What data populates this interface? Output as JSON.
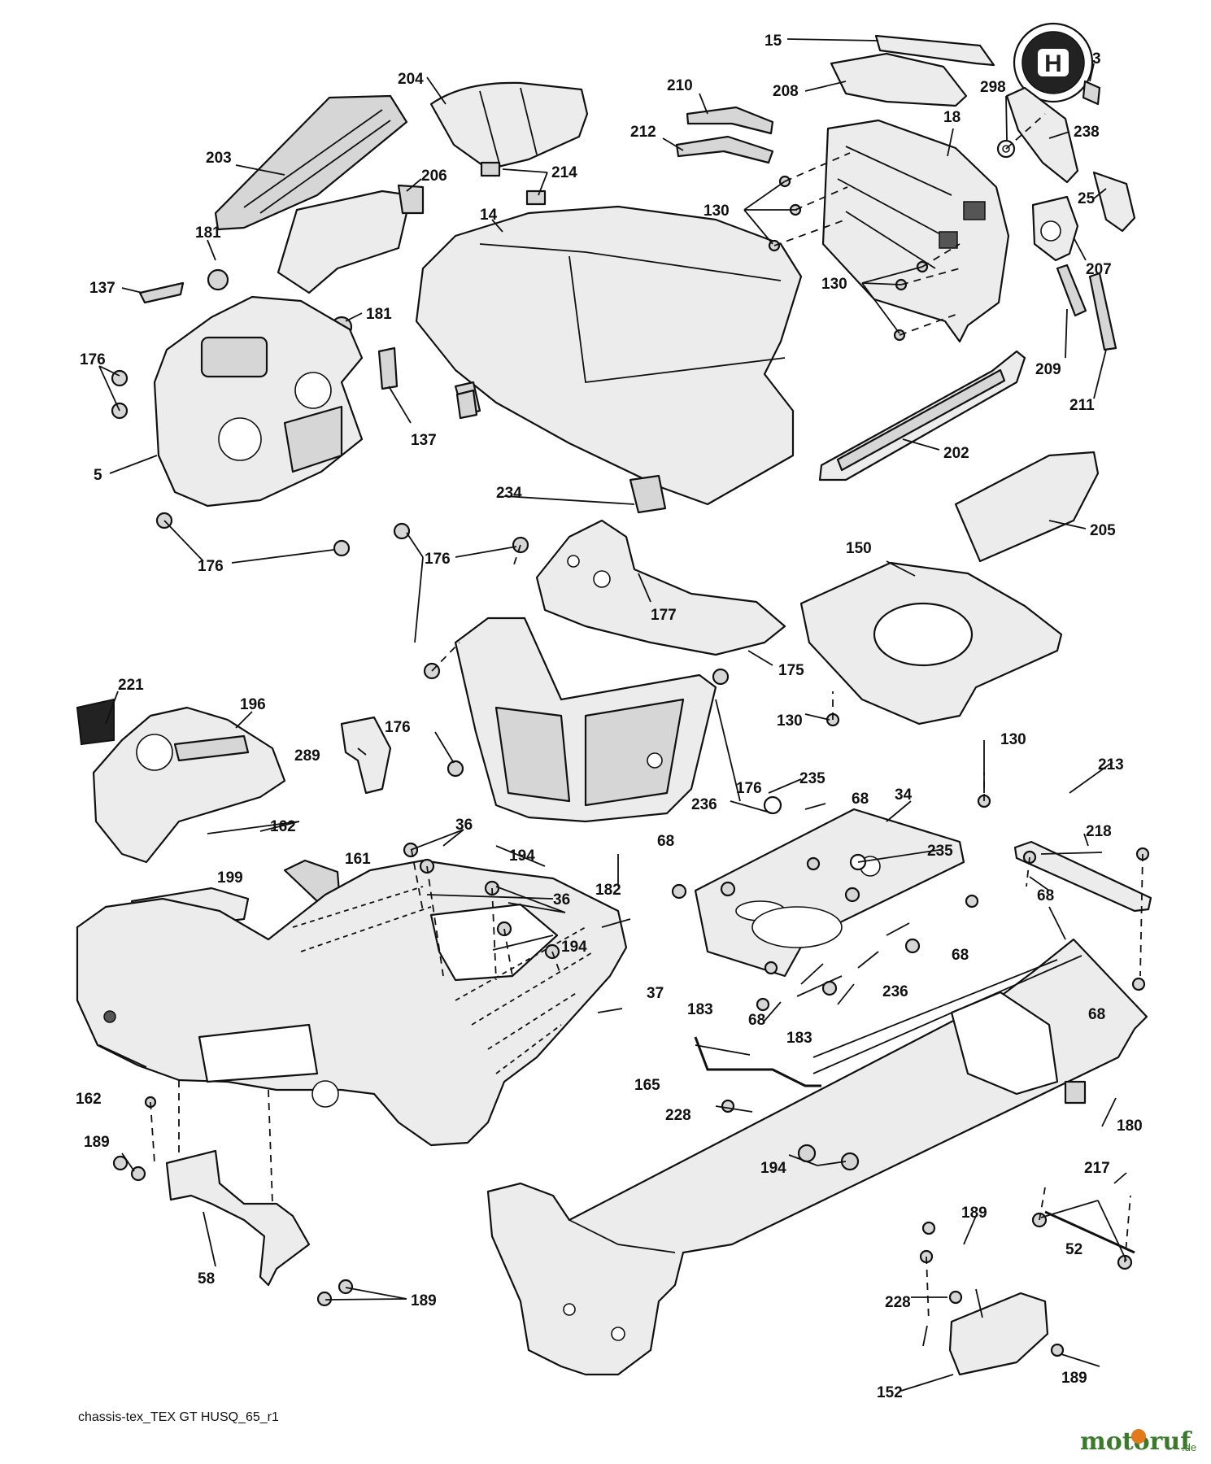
{
  "diagram": {
    "caption": "chassis-tex_TEX GT HUSQ_65_r1",
    "watermark": {
      "name": "motoruf",
      "suffix": ".de",
      "dot_color": "#e07a1c",
      "text_color": "#3a7a2a"
    },
    "labels": {
      "l15": "15",
      "l3": "3",
      "l204": "204",
      "l210": "210",
      "l208": "208",
      "l298": "298",
      "l18": "18",
      "l238": "238",
      "l212": "212",
      "l203": "203",
      "l214": "214",
      "l206": "206",
      "l25": "25",
      "l14": "14",
      "l130a": "130",
      "l207": "207",
      "l181a": "181",
      "l137a": "137",
      "l181b": "181",
      "l130b": "130",
      "l176a": "176",
      "l209": "209",
      "l211": "211",
      "l137b": "137",
      "l5": "5",
      "l202": "202",
      "l234": "234",
      "l205": "205",
      "l176b": "176",
      "l176c": "176",
      "l150": "150",
      "l177": "177",
      "l175": "175",
      "l221": "221",
      "l196": "196",
      "l130c": "130",
      "l176d": "176",
      "l130d": "130",
      "l176e": "176",
      "l289": "289",
      "l235a": "235",
      "l68a": "68",
      "l213": "213",
      "l34": "34",
      "l236a": "236",
      "l162a": "162",
      "l36a": "36",
      "l218": "218",
      "l68b": "68",
      "l194a": "194",
      "l235b": "235",
      "l161": "161",
      "l182": "182",
      "l199": "199",
      "l36b": "36",
      "l68c": "68",
      "l194b": "194",
      "l68d": "68",
      "l37": "37",
      "l236b": "236",
      "l183a": "183",
      "l68e": "68",
      "l68f": "68",
      "l183b": "183",
      "l165": "165",
      "l162b": "162",
      "l228a": "228",
      "l180": "180",
      "l189a": "189",
      "l194c": "194",
      "l217": "217",
      "l58": "58",
      "l52": "52",
      "l189b": "189",
      "l228b": "228",
      "l189c": "189",
      "l152": "152",
      "l189d": "189"
    }
  }
}
